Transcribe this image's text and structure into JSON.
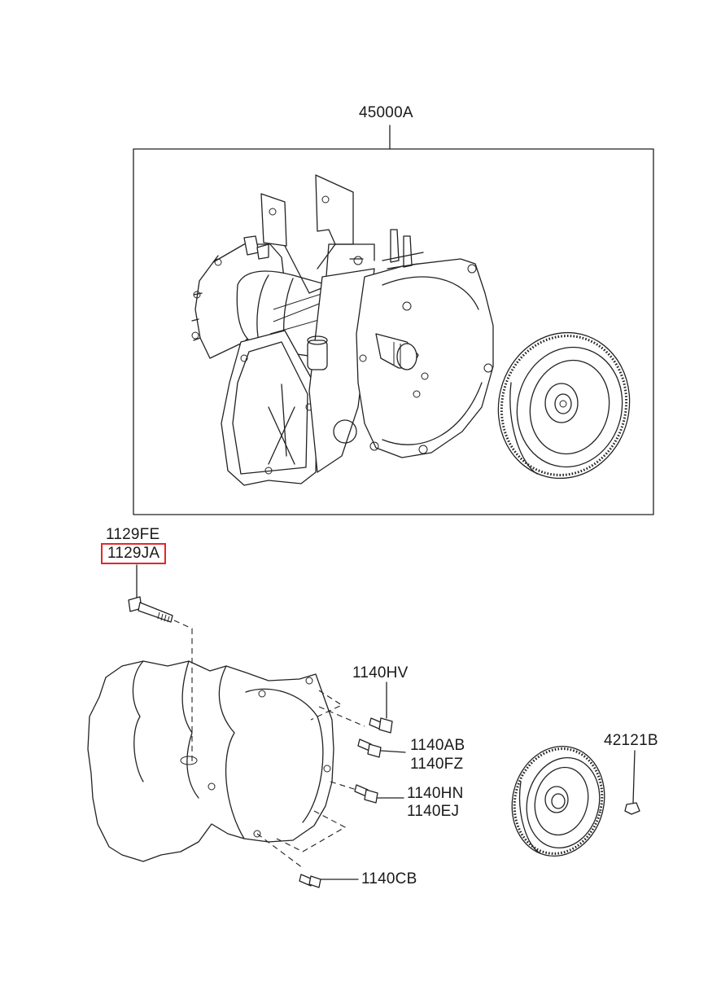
{
  "diagram": {
    "assembly_part": "45000A",
    "parts": {
      "p1129FE": "1129FE",
      "p1129JA": "1129JA",
      "p1140HV": "1140HV",
      "p1140AB": "1140AB",
      "p1140FZ": "1140FZ",
      "p1140HN": "1140HN",
      "p1140EJ": "1140EJ",
      "p1140CB": "1140CB",
      "p42121B": "42121B"
    },
    "highlighted_part": "1129JA",
    "highlight_color": "#e0282e",
    "line_color": "#222222"
  }
}
